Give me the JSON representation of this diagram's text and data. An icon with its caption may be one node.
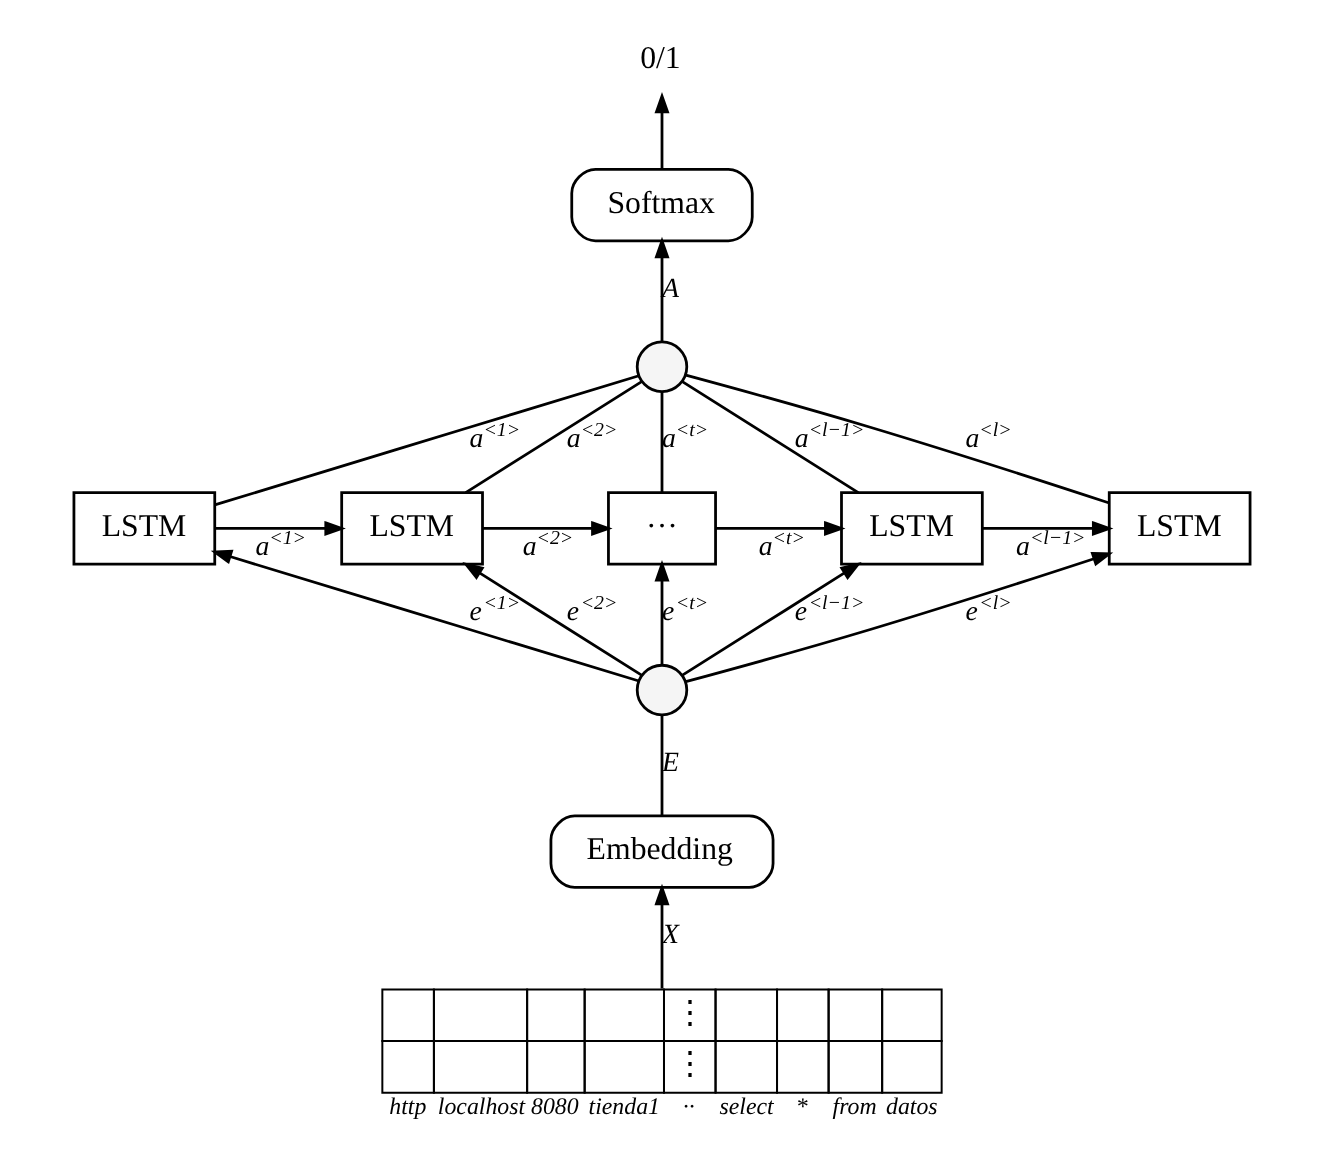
{
  "diagram": {
    "nodes": [
      {
        "text": [
          "0/1"
        ]
      },
      {
        "text": [
          "Softmax"
        ]
      },
      {
        "text": [],
        "shape": "circle"
      },
      {
        "text": [
          "LSTM"
        ]
      },
      {
        "text": [
          "LSTM"
        ]
      },
      {
        "text": [
          "···"
        ]
      },
      {
        "text": [
          "LSTM"
        ]
      },
      {
        "text": [
          "LSTM"
        ]
      },
      {
        "text": [],
        "shape": "circle"
      },
      {
        "text": [
          "Embedding"
        ]
      },
      {
        "text": [
          "⋮",
          "⋮"
        ],
        "beside": [
          "http",
          "localhost",
          "8080",
          "tienda1",
          "··",
          "select",
          "*",
          "from",
          "datos"
        ]
      }
    ],
    "edges": [
      {
        "from": 1,
        "to": 0,
        "arrow": "to"
      },
      {
        "from": 2,
        "to": 1,
        "arrow": "to",
        "label": "A"
      },
      {
        "from": 3,
        "to": 2,
        "arrow": "none",
        "label": "a$^{<1>}$"
      },
      {
        "from": 4,
        "to": 2,
        "arrow": "none",
        "label": "a$^{<2>}$"
      },
      {
        "from": 5,
        "to": 2,
        "arrow": "none",
        "label": "a$^{<t>}$"
      },
      {
        "from": 6,
        "to": 2,
        "arrow": "none",
        "label": "a$^{<l−1>}$"
      },
      {
        "from": 7,
        "to": 2,
        "arrow": "none",
        "label": "a$^{<l>}$"
      },
      {
        "from": 3,
        "to": 4,
        "arrow": "to",
        "label": "a$^{<1>}$"
      },
      {
        "from": 4,
        "to": 5,
        "arrow": "to",
        "label": "a$^{<2>}$"
      },
      {
        "from": 5,
        "to": 6,
        "arrow": "to",
        "label": "a$^{<t>}$"
      },
      {
        "from": 6,
        "to": 7,
        "arrow": "to",
        "label": "a$^{<l−1>}$"
      },
      {
        "from": 8,
        "to": 3,
        "arrow": "to",
        "label": "e$^{<1>}$"
      },
      {
        "from": 8,
        "to": 4,
        "arrow": "to",
        "label": "e$^{<2>}$"
      },
      {
        "from": 8,
        "to": 5,
        "arrow": "to",
        "label": "e$^{<t>}$"
      },
      {
        "from": 8,
        "to": 6,
        "arrow": "to",
        "label": "e$^{<l−1>}$"
      },
      {
        "from": 8,
        "to": 7,
        "arrow": "to",
        "label": "e$^{<l>}$"
      },
      {
        "from": 9,
        "to": 8,
        "arrow": "none",
        "label": "E"
      },
      {
        "from": 10,
        "to": 9,
        "arrow": "to",
        "label": "X"
      }
    ]
  }
}
